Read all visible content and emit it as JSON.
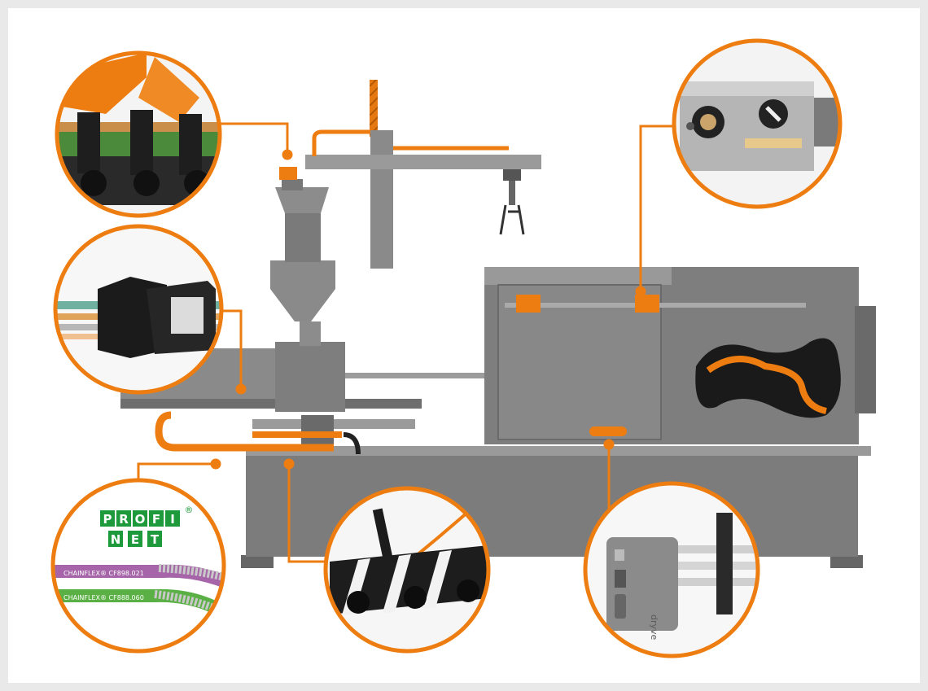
{
  "colors": {
    "accent_orange": "#ee7d11",
    "machine_gray": "#7a7a7a",
    "machine_dark": "#5c5c5c",
    "profinet_green": "#1e9a3c",
    "background": "#ffffff"
  },
  "profinet": {
    "row1": [
      "P",
      "R",
      "O",
      "F",
      "I"
    ],
    "row2": [
      "N",
      "E",
      "T"
    ],
    "registered": "®"
  },
  "cables": {
    "cable1": "CHAINFLEX® CF898.021",
    "cable2": "CHAINFLEX® CF888.060"
  },
  "drive_label": "dryve",
  "callouts": [
    {
      "id": "energy-chain-top",
      "icon": "energy-chain-closeup"
    },
    {
      "id": "connector",
      "icon": "harness-connector-closeup"
    },
    {
      "id": "profinet-cable",
      "icon": "profinet-cable-closeup"
    },
    {
      "id": "chain-bottom",
      "icon": "energy-chain-closeup"
    },
    {
      "id": "linear-actuator",
      "icon": "linear-actuator-closeup"
    },
    {
      "id": "bearing",
      "icon": "bearing-closeup"
    }
  ]
}
